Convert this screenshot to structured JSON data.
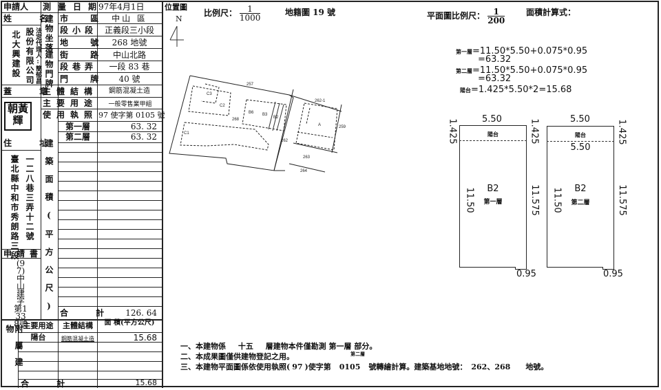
{
  "form": {
    "applicant_label": "申請人",
    "name_label": "姓 名",
    "survey_date_label": "測量日期",
    "survey_date": "97年4月1日",
    "applicant_name_col1": "北大興建設",
    "applicant_name_col2": "股份有限公司",
    "applicant_rep_note": "法定代理人:簡郁昌",
    "location_group_label": "建物坐落",
    "doorplate_group_label": "建物門牌",
    "rows": [
      {
        "label": "市 區",
        "value": "中山 區"
      },
      {
        "label": "段小段",
        "value": "正義段三小段"
      },
      {
        "label": "地 號",
        "value": "268 地號"
      },
      {
        "label": "街 路",
        "value": "中山北路"
      },
      {
        "label": "段巷弄",
        "value": "一段 83 巷"
      },
      {
        "label": "門 牌",
        "value": "40 號"
      },
      {
        "label": "主體結構",
        "value": "鋼筋混凝土造"
      },
      {
        "label": "主要用途",
        "value": "一般零售業甲組"
      },
      {
        "label": "使用執照",
        "value": "97 使字第 0105 號"
      }
    ],
    "seal_label": "蓋 章",
    "seal_text": "朝黃輝",
    "address_label": "住 址",
    "address_col1": "臺北縣中和市秀朗路三段",
    "address_col2": "一二八巷三弄十二號",
    "application_label": "申請書",
    "application_no": "(97)中山建字第1338號",
    "floor_area_label": "建築面積(平方公尺)",
    "floors": [
      {
        "name": "第一層",
        "area": "63. 32"
      },
      {
        "name": "第二層",
        "area": "63. 32"
      }
    ],
    "total_label": "合 計",
    "total_area": "126. 64",
    "annex": {
      "label": "附屬建物",
      "col_use": "主要用途",
      "col_struct": "主體結構",
      "col_area": "面 積(平方公尺)",
      "rows": [
        {
          "use": "陽台",
          "struct": "鋼筋混凝土造",
          "area": "15.68"
        }
      ],
      "total_label": "合 計",
      "total_area": "15.68"
    }
  },
  "location_map": {
    "title": "位置圖",
    "scale_label": "比例尺：",
    "scale_num": "1",
    "scale_den": "1000",
    "sheet_label": "地籍圖 19 號",
    "north_label": "N",
    "parcels": [
      "257",
      "262-1",
      "268",
      "259",
      "262",
      "263",
      "264",
      "C3",
      "C2",
      "C1",
      "B6",
      "B3",
      "B2",
      "A"
    ]
  },
  "floor_plan": {
    "scale_label": "平面圖比例尺：",
    "scale_num": "1",
    "scale_den": "200",
    "area_calc_label": "面積計算式：",
    "formulas": [
      {
        "label": "第一層",
        "expr": "=11.50*5.50+0.075*0.95",
        "result": "=63.32"
      },
      {
        "label": "第二層",
        "expr": "=11.50*5.50+0.075*0.95",
        "result": "=63.32"
      },
      {
        "label": "陽台",
        "expr": "=1.425*5.50*2=15.68",
        "result": ""
      }
    ],
    "plans": [
      {
        "top_width": "5.50",
        "balcony_depth_left": "1.425",
        "balcony_depth_right": "1.425",
        "balcony_label": "陽台",
        "inner_width": "",
        "unit": "B2",
        "floor": "第一層",
        "left_len": "11.50",
        "right_len": "11.575",
        "step": "0.95"
      },
      {
        "top_width": "5.50",
        "balcony_depth_left": "",
        "balcony_depth_right": "1.425",
        "balcony_label": "陽台",
        "inner_width": "5.50",
        "unit": "B2",
        "floor": "第二層",
        "left_len": "11.50",
        "right_len": "11.575",
        "step": "0.95"
      }
    ]
  },
  "notes": {
    "line1_prefix": "一、本建物係",
    "line1_floors": "十五",
    "line1_mid": "層建物本件僅勘測",
    "line1_part": "第一層",
    "line1_part_extra": "第二層",
    "line1_suffix": "部分。",
    "line2": "二、本成果圖僅供建物登記之用。",
    "line3_prefix": "三、本建物平面圖係依使用執照(",
    "line3_year": "97",
    "line3_mid": ")使字第",
    "line3_no": "0105",
    "line3_mid2": "號轉繪計算。建築基地地號：",
    "line3_lots": "262、268",
    "line3_suffix": "地號。"
  }
}
